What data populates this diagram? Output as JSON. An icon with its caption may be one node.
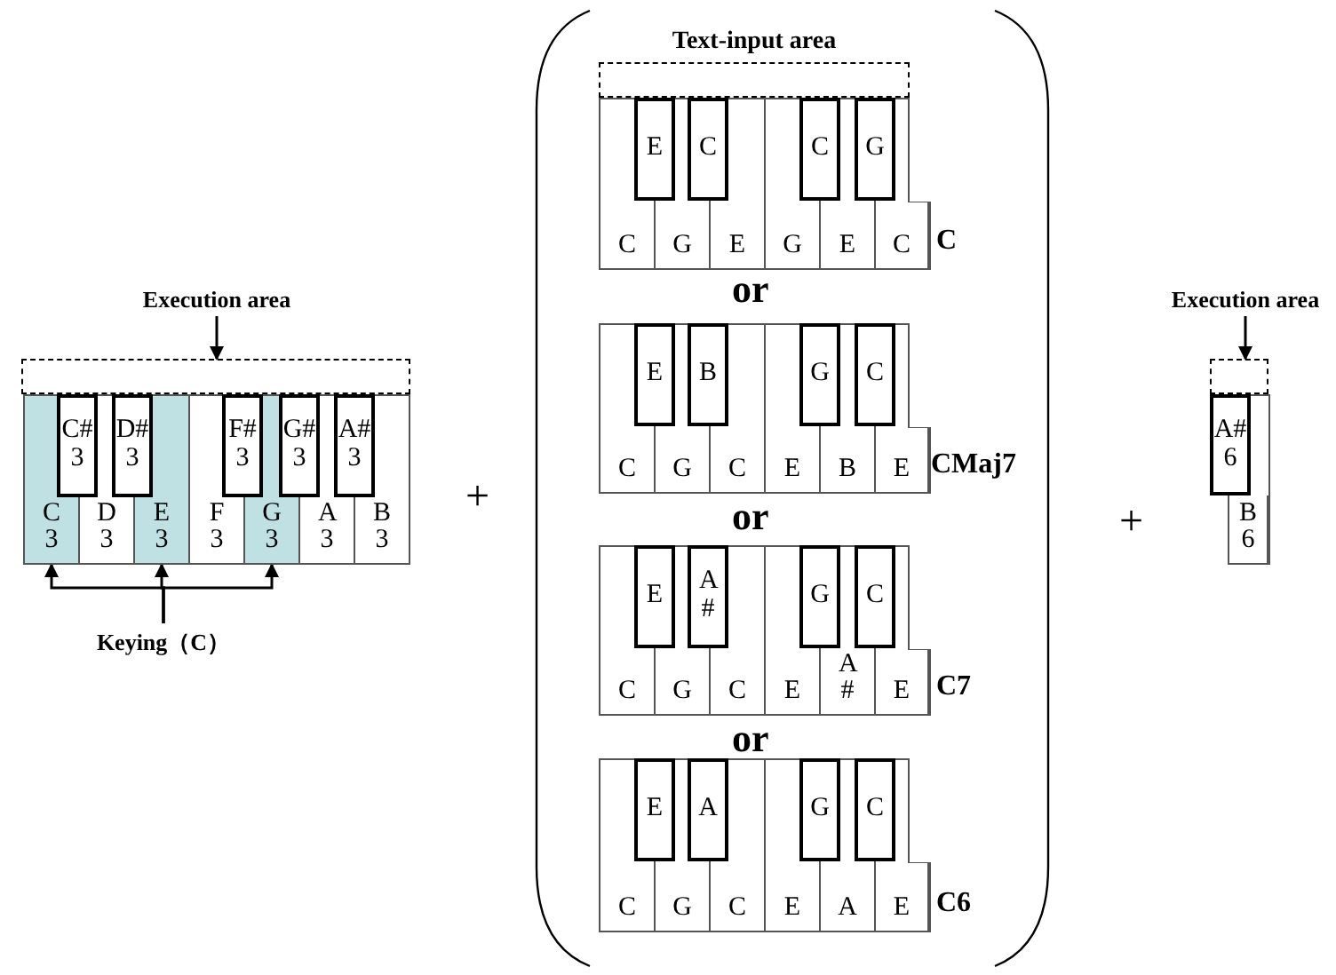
{
  "diagram": {
    "nodes": [
      {
        "text": [
          "Execution area"
        ]
      },
      {
        "text": [],
        "shape": "box"
      },
      {
        "text": [
          "C# 3"
        ]
      },
      {
        "text": [
          "D# 3"
        ]
      },
      {
        "text": [
          "F# 3"
        ]
      },
      {
        "text": [
          "G# 3"
        ]
      },
      {
        "text": [
          "A# 3"
        ]
      },
      {
        "text": [
          "C 3"
        ]
      },
      {
        "text": [
          "D 3"
        ]
      },
      {
        "text": [
          "E 3"
        ]
      },
      {
        "text": [
          "F 3"
        ]
      },
      {
        "text": [
          "G 3"
        ]
      },
      {
        "text": [
          "A 3"
        ]
      },
      {
        "text": [
          "B 3"
        ]
      },
      {
        "text": [
          "Keying（C）"
        ]
      },
      {
        "text": [
          "Text-input area"
        ]
      },
      {
        "text": [
          "E"
        ]
      },
      {
        "text": [
          "C"
        ]
      },
      {
        "text": [
          "C"
        ]
      },
      {
        "text": [
          "G"
        ]
      },
      {
        "text": [
          "C"
        ]
      },
      {
        "text": [
          "G"
        ]
      },
      {
        "text": [
          "E"
        ]
      },
      {
        "text": [
          "G"
        ]
      },
      {
        "text": [
          "E"
        ]
      },
      {
        "text": [
          "C"
        ]
      },
      {
        "text": [
          "E"
        ]
      },
      {
        "text": [
          "B"
        ]
      },
      {
        "text": [
          "G"
        ]
      },
      {
        "text": [
          "C"
        ]
      },
      {
        "text": [
          "C"
        ]
      },
      {
        "text": [
          "G"
        ]
      },
      {
        "text": [
          "C"
        ]
      },
      {
        "text": [
          "E"
        ]
      },
      {
        "text": [
          "B"
        ]
      },
      {
        "text": [
          "E"
        ]
      },
      {
        "text": [
          "E"
        ]
      },
      {
        "text": [
          "A #"
        ]
      },
      {
        "text": [
          "G"
        ]
      },
      {
        "text": [
          "C"
        ]
      },
      {
        "text": [
          "C"
        ]
      },
      {
        "text": [
          "G"
        ]
      },
      {
        "text": [
          "C"
        ]
      },
      {
        "text": [
          "E"
        ]
      },
      {
        "text": [
          "A #"
        ]
      },
      {
        "text": [
          "E"
        ]
      },
      {
        "text": [
          "E"
        ]
      },
      {
        "text": [
          "A"
        ]
      },
      {
        "text": [
          "G"
        ]
      },
      {
        "text": [
          "C"
        ]
      },
      {
        "text": [
          "C"
        ]
      },
      {
        "text": [
          "G"
        ]
      },
      {
        "text": [
          "C"
        ]
      },
      {
        "text": [
          "E"
        ]
      },
      {
        "text": [
          "A"
        ]
      },
      {
        "text": [
          "E"
        ]
      },
      {
        "text": [
          "Execution area"
        ]
      },
      {
        "text": [],
        "shape": "box"
      },
      {
        "text": [
          "A# 6"
        ]
      },
      {
        "text": [
          "B 6"
        ]
      }
    ],
    "edges": [
      {
        "from": 0,
        "to": 1,
        "arrow": "to"
      },
      {
        "from": 14,
        "to": 7,
        "arrow": "to"
      },
      {
        "from": 14,
        "to": 9,
        "arrow": "to"
      },
      {
        "from": 14,
        "to": 11,
        "arrow": "to"
      },
      {
        "from": 56,
        "to": 57,
        "arrow": "to"
      }
    ],
    "labels": [
      "+",
      "C",
      "or",
      "CMaj7",
      "or",
      "C7",
      "or",
      "C6",
      "+"
    ]
  }
}
